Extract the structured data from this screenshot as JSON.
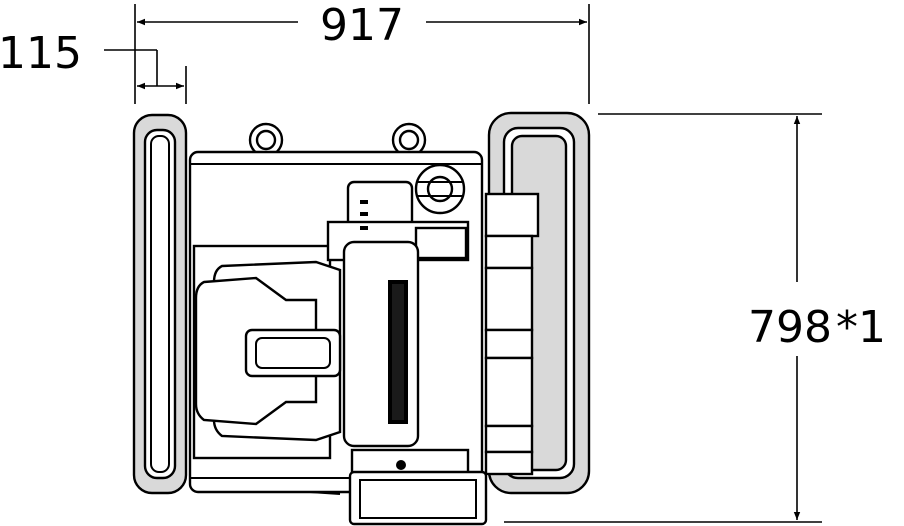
{
  "dimensions": {
    "overall_width": "917",
    "track_width": "115",
    "overall_length": "798",
    "overall_length_note": "*1"
  },
  "colors": {
    "line": "#000000",
    "track_fill": "#d9d9d9",
    "background": "#ffffff"
  }
}
